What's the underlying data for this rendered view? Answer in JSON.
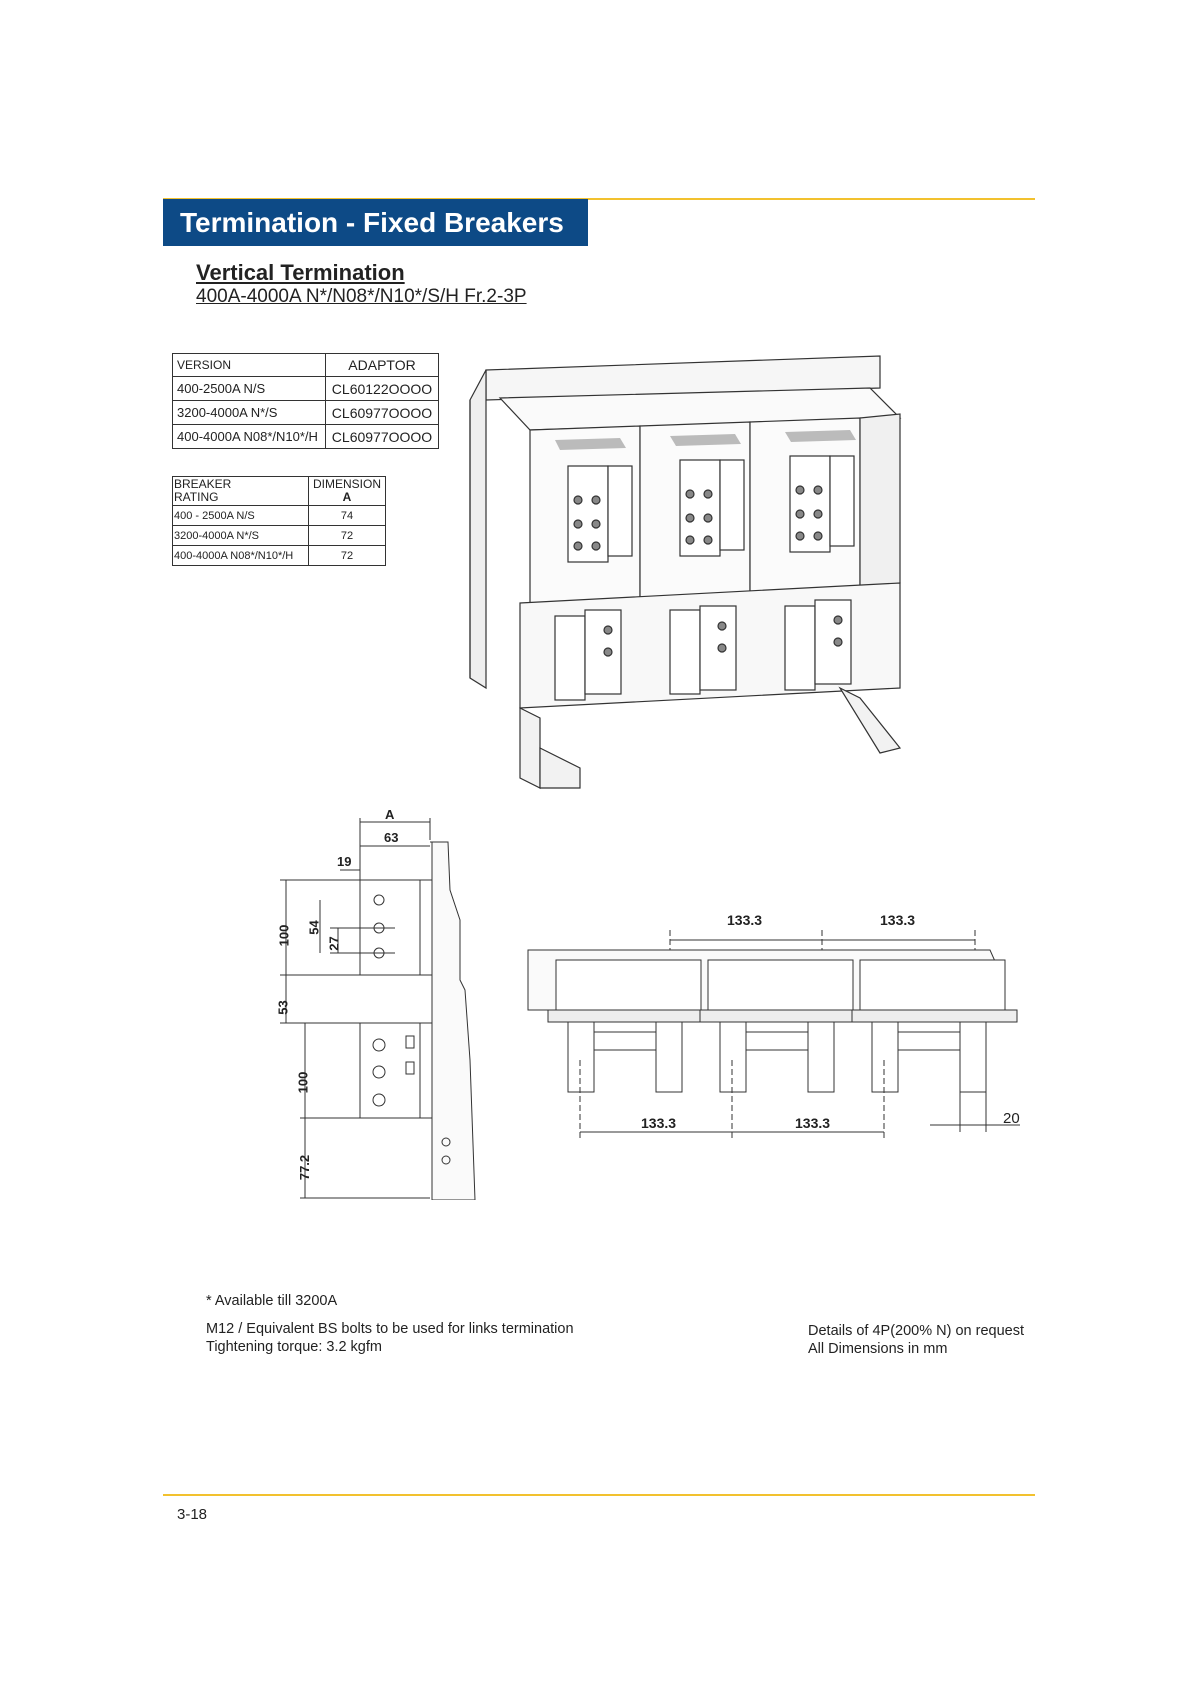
{
  "header": {
    "section_title": "Termination - Fixed Breakers",
    "subtitle": "Vertical Termination",
    "subtitle_line2": "400A-4000A N*/N08*/N10*/S/H Fr.2-3P"
  },
  "adaptor_table": {
    "headers": [
      "VERSION",
      "ADAPTOR"
    ],
    "rows": [
      [
        "400-2500A N/S",
        "CL60122OOOO"
      ],
      [
        "3200-4000A N*/S",
        "CL60977OOOO"
      ],
      [
        "400-4000A N08*/N10*/H",
        "CL60977OOOO"
      ]
    ]
  },
  "dimension_table": {
    "header_col1_line1": "BREAKER",
    "header_col1_line2": "RATING",
    "header_col2_line1": "DIMENSION",
    "header_col2_line2": "A",
    "rows": [
      [
        "400 - 2500A N/S",
        "74"
      ],
      [
        "3200-4000A N*/S",
        "72"
      ],
      [
        "400-4000A N08*/N10*/H",
        "72"
      ]
    ]
  },
  "side_view_dims": {
    "a": "A",
    "d63": "63",
    "d19": "19",
    "d100a": "100",
    "d54": "54",
    "d27": "27",
    "d53": "53",
    "d100b": "100",
    "d77": "77.2"
  },
  "front_view_dims": {
    "top_left": "133.3",
    "top_right": "133.3",
    "bottom_left": "133.3",
    "bottom_right": "133.3",
    "width": "20"
  },
  "notes": {
    "available": "* Available till 3200A",
    "bolts": "M12 / Equivalent BS bolts to be used for links termination",
    "torque": "Tightening torque: 3.2 kgfm",
    "details": "Details of 4P(200% N) on request",
    "units": "All Dimensions in mm"
  },
  "footer": {
    "page": "3-18"
  },
  "colors": {
    "brand_blue": "#0d4a86",
    "accent_yellow": "#f2c12e"
  }
}
